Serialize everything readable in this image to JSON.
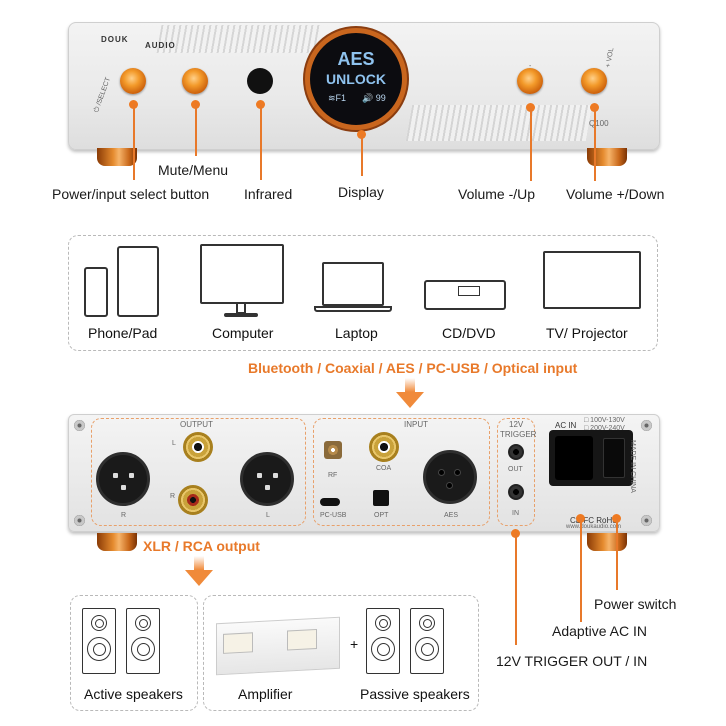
{
  "front_panel": {
    "brand_left": "DOUK",
    "brand_right": "AUDIO",
    "select_marking": "⏻ /SELECT",
    "vol_marking": "+ VOL",
    "minus_marking": "-",
    "model": "Q100",
    "display": {
      "line1": "AES",
      "line2": "UNLOCK",
      "filter": "≋F1",
      "volume": "🔊 99"
    },
    "labels": {
      "power": "Power/input select button",
      "mute": "Mute/Menu",
      "infrared": "Infrared",
      "display": "Display",
      "vol_minus": "Volume -/Up",
      "vol_plus": "Volume +/Down"
    }
  },
  "sources": {
    "items": [
      {
        "label": "Phone/Pad",
        "icon": "phone-tablet-icon"
      },
      {
        "label": "Computer",
        "icon": "monitor-icon"
      },
      {
        "label": "Laptop",
        "icon": "laptop-icon"
      },
      {
        "label": "CD/DVD",
        "icon": "cd-player-icon"
      },
      {
        "label": "TV/ Projector",
        "icon": "tv-icon"
      }
    ],
    "input_caption": "Bluetooth / Coaxial / AES / PC-USB / Optical input"
  },
  "rear_panel": {
    "output_title": "OUTPUT",
    "xlr_r": "R",
    "xlr_l": "L",
    "rca_l": "L",
    "rca_r": "R",
    "input_title": "INPUT",
    "rf": "RF",
    "coa": "COA",
    "pcusb": "PC-USB",
    "opt": "OPT",
    "aes": "AES",
    "trigger_title_1": "12V",
    "trigger_title_2": "TRIGGER",
    "trigger_out": "OUT",
    "trigger_in": "IN",
    "ac_in": "AC IN",
    "voltage_1": "□ 100V-130V",
    "voltage_2": "□ 200V-240V",
    "made_in": "MADE IN CHINA",
    "certs": "CE FC RoHS",
    "website": "www.doukaudio.com",
    "output_caption": "XLR / RCA output",
    "labels": {
      "power_switch": "Power switch",
      "ac_in": "Adaptive AC IN",
      "trigger": "12V TRIGGER OUT / IN"
    }
  },
  "outputs": {
    "active": "Active speakers",
    "amplifier": "Amplifier",
    "plus": "+",
    "passive": "Passive speakers"
  }
}
